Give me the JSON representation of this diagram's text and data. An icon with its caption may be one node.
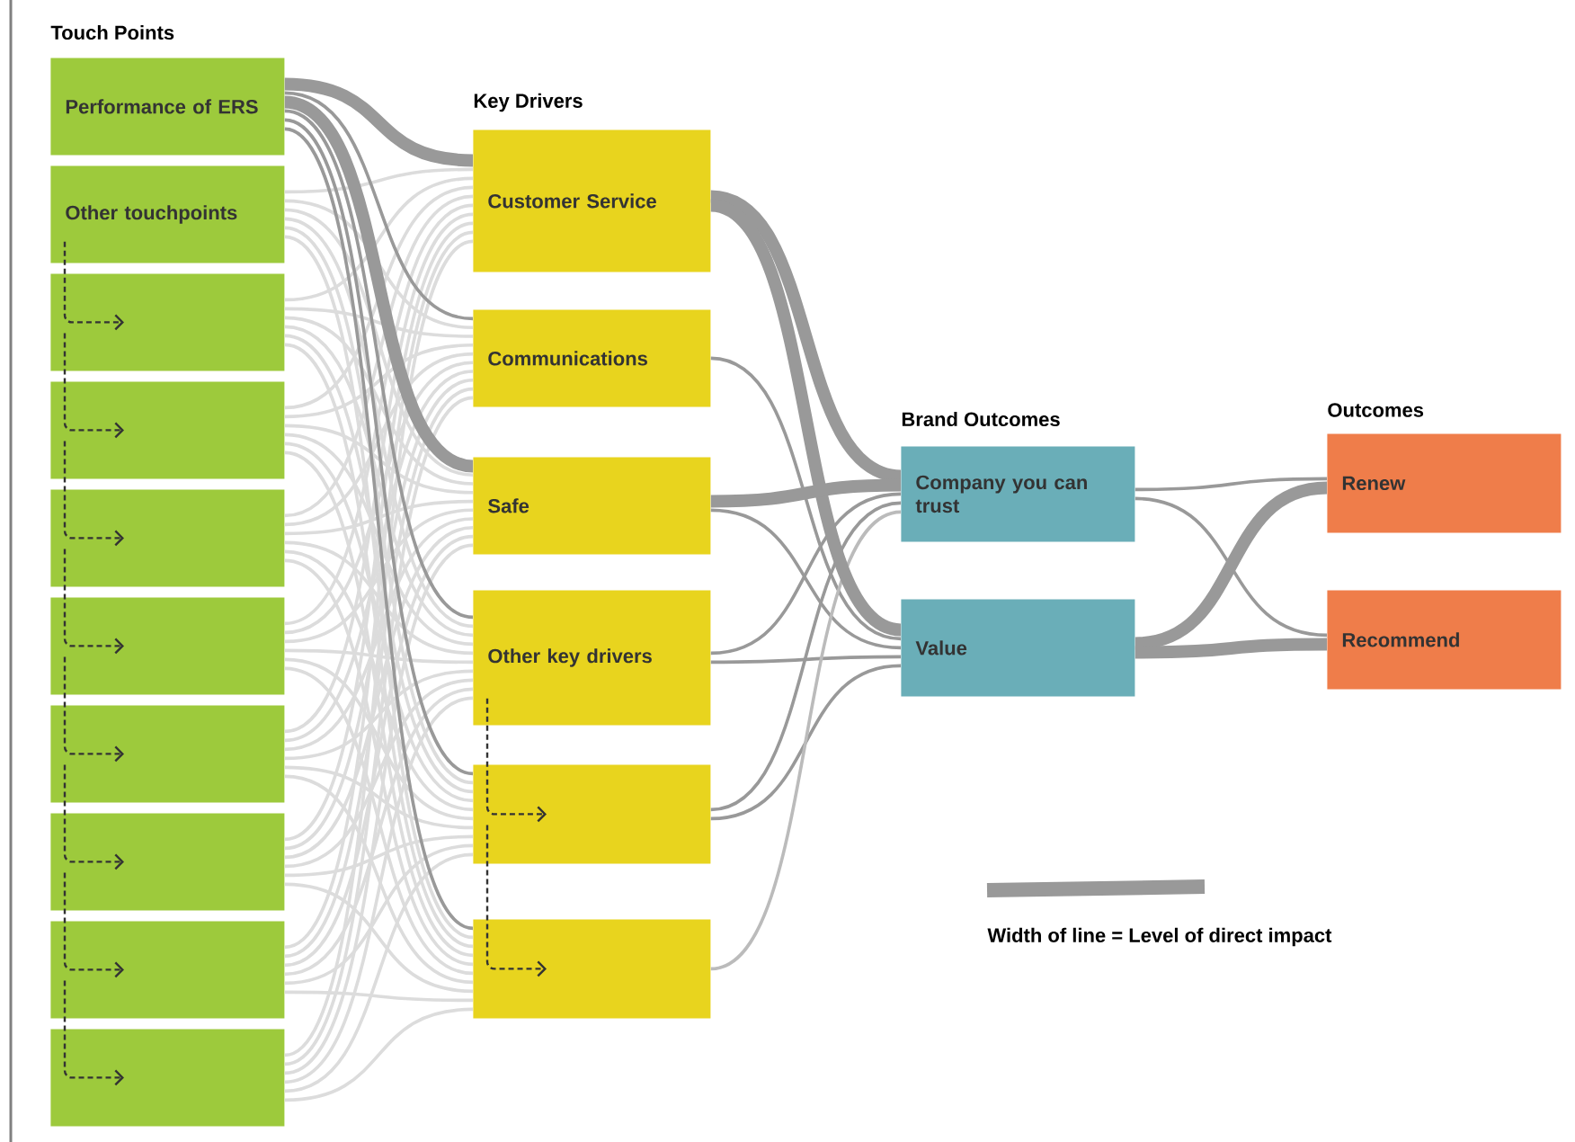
{
  "diagram": {
    "nodes": [
      {
        "text": [
          "Performance of ERS"
        ]
      },
      {
        "text": [
          "Other touchpoints"
        ]
      },
      {
        "text": [],
        "shape": "box"
      },
      {
        "text": [],
        "shape": "box"
      },
      {
        "text": [],
        "shape": "box"
      },
      {
        "text": [],
        "shape": "box"
      },
      {
        "text": [],
        "shape": "box"
      },
      {
        "text": [],
        "shape": "box"
      },
      {
        "text": [],
        "shape": "box"
      },
      {
        "text": [],
        "shape": "box"
      },
      {
        "text": [
          "Customer Service"
        ]
      },
      {
        "text": [
          "Communications"
        ]
      },
      {
        "text": [
          "Safe"
        ]
      },
      {
        "text": [
          "Other key drivers"
        ]
      },
      {
        "text": [],
        "shape": "box"
      },
      {
        "text": [],
        "shape": "box"
      },
      {
        "text": [
          "Company you can trust"
        ]
      },
      {
        "text": [
          "Value"
        ]
      },
      {
        "text": [
          "Renew"
        ]
      },
      {
        "text": [
          "Recommend"
        ]
      }
    ],
    "edges": [
      {
        "from": 0,
        "to": 10,
        "arrow": "none",
        "style": "thick",
        "color": "#999999"
      },
      {
        "from": 0,
        "to": 11,
        "arrow": "none",
        "color": "#999999"
      },
      {
        "from": 0,
        "to": 12,
        "arrow": "none",
        "style": "thick",
        "color": "#999999"
      },
      {
        "from": 0,
        "to": 13,
        "arrow": "none",
        "color": "#999999"
      },
      {
        "from": 0,
        "to": 14,
        "arrow": "none",
        "color": "#999999"
      },
      {
        "from": 0,
        "to": 15,
        "arrow": "none",
        "color": "#999999"
      },
      {
        "from": 1,
        "to": 10,
        "arrow": "none"
      },
      {
        "from": 1,
        "to": 11,
        "arrow": "none"
      },
      {
        "from": 1,
        "to": 12,
        "arrow": "none"
      },
      {
        "from": 1,
        "to": 13,
        "arrow": "none"
      },
      {
        "from": 1,
        "to": 14,
        "arrow": "none"
      },
      {
        "from": 1,
        "to": 15,
        "arrow": "none"
      },
      {
        "from": 2,
        "to": 10,
        "arrow": "none"
      },
      {
        "from": 2,
        "to": 11,
        "arrow": "none"
      },
      {
        "from": 2,
        "to": 12,
        "arrow": "none"
      },
      {
        "from": 2,
        "to": 13,
        "arrow": "none"
      },
      {
        "from": 2,
        "to": 14,
        "arrow": "none"
      },
      {
        "from": 2,
        "to": 15,
        "arrow": "none"
      },
      {
        "from": 3,
        "to": 10,
        "arrow": "none"
      },
      {
        "from": 3,
        "to": 11,
        "arrow": "none"
      },
      {
        "from": 3,
        "to": 12,
        "arrow": "none"
      },
      {
        "from": 3,
        "to": 13,
        "arrow": "none"
      },
      {
        "from": 3,
        "to": 14,
        "arrow": "none"
      },
      {
        "from": 3,
        "to": 15,
        "arrow": "none"
      },
      {
        "from": 4,
        "to": 10,
        "arrow": "none"
      },
      {
        "from": 4,
        "to": 11,
        "arrow": "none"
      },
      {
        "from": 4,
        "to": 12,
        "arrow": "none"
      },
      {
        "from": 4,
        "to": 13,
        "arrow": "none"
      },
      {
        "from": 4,
        "to": 14,
        "arrow": "none"
      },
      {
        "from": 4,
        "to": 15,
        "arrow": "none"
      },
      {
        "from": 5,
        "to": 10,
        "arrow": "none"
      },
      {
        "from": 5,
        "to": 11,
        "arrow": "none"
      },
      {
        "from": 5,
        "to": 12,
        "arrow": "none"
      },
      {
        "from": 5,
        "to": 13,
        "arrow": "none"
      },
      {
        "from": 5,
        "to": 14,
        "arrow": "none"
      },
      {
        "from": 5,
        "to": 15,
        "arrow": "none"
      },
      {
        "from": 6,
        "to": 10,
        "arrow": "none"
      },
      {
        "from": 6,
        "to": 11,
        "arrow": "none"
      },
      {
        "from": 6,
        "to": 12,
        "arrow": "none"
      },
      {
        "from": 6,
        "to": 13,
        "arrow": "none"
      },
      {
        "from": 6,
        "to": 14,
        "arrow": "none"
      },
      {
        "from": 6,
        "to": 15,
        "arrow": "none"
      },
      {
        "from": 7,
        "to": 10,
        "arrow": "none"
      },
      {
        "from": 7,
        "to": 11,
        "arrow": "none"
      },
      {
        "from": 7,
        "to": 12,
        "arrow": "none"
      },
      {
        "from": 7,
        "to": 13,
        "arrow": "none"
      },
      {
        "from": 7,
        "to": 14,
        "arrow": "none"
      },
      {
        "from": 7,
        "to": 15,
        "arrow": "none"
      },
      {
        "from": 8,
        "to": 10,
        "arrow": "none"
      },
      {
        "from": 8,
        "to": 11,
        "arrow": "none"
      },
      {
        "from": 8,
        "to": 12,
        "arrow": "none"
      },
      {
        "from": 8,
        "to": 13,
        "arrow": "none"
      },
      {
        "from": 8,
        "to": 14,
        "arrow": "none"
      },
      {
        "from": 8,
        "to": 15,
        "arrow": "none"
      },
      {
        "from": 9,
        "to": 10,
        "arrow": "none"
      },
      {
        "from": 9,
        "to": 11,
        "arrow": "none"
      },
      {
        "from": 9,
        "to": 12,
        "arrow": "none"
      },
      {
        "from": 9,
        "to": 13,
        "arrow": "none"
      },
      {
        "from": 9,
        "to": 14,
        "arrow": "none"
      },
      {
        "from": 9,
        "to": 15,
        "arrow": "none"
      },
      {
        "from": 10,
        "to": 16,
        "arrow": "none",
        "style": "thick",
        "color": "#999999"
      },
      {
        "from": 10,
        "to": 17,
        "arrow": "none",
        "style": "thick",
        "color": "#999999"
      },
      {
        "from": 11,
        "to": 17,
        "arrow": "none",
        "color": "#999999"
      },
      {
        "from": 12,
        "to": 16,
        "arrow": "none",
        "style": "thick",
        "color": "#999999"
      },
      {
        "from": 12,
        "to": 17,
        "arrow": "none",
        "color": "#999999"
      },
      {
        "from": 13,
        "to": 16,
        "arrow": "none",
        "color": "#999999"
      },
      {
        "from": 13,
        "to": 17,
        "arrow": "none",
        "color": "#999999"
      },
      {
        "from": 14,
        "to": 16,
        "arrow": "none",
        "color": "#999999"
      },
      {
        "from": 14,
        "to": 17,
        "arrow": "none",
        "color": "#999999"
      },
      {
        "from": 15,
        "to": 16,
        "arrow": "none",
        "color": "#bbbbbb"
      },
      {
        "from": 1,
        "to": 2,
        "arrow": "to",
        "style": "dashed",
        "color": "#333333"
      },
      {
        "from": 2,
        "to": 3,
        "arrow": "to",
        "style": "dashed",
        "color": "#333333"
      },
      {
        "from": 3,
        "to": 4,
        "arrow": "to",
        "style": "dashed",
        "color": "#333333"
      },
      {
        "from": 4,
        "to": 5,
        "arrow": "to",
        "style": "dashed",
        "color": "#333333"
      },
      {
        "from": 5,
        "to": 6,
        "arrow": "to",
        "style": "dashed",
        "color": "#333333"
      },
      {
        "from": 6,
        "to": 7,
        "arrow": "to",
        "style": "dashed",
        "color": "#333333"
      },
      {
        "from": 7,
        "to": 8,
        "arrow": "to",
        "style": "dashed",
        "color": "#333333"
      },
      {
        "from": 8,
        "to": 9,
        "arrow": "to",
        "style": "dashed",
        "color": "#333333"
      },
      {
        "from": 13,
        "to": 14,
        "arrow": "to",
        "style": "dashed",
        "color": "#333333"
      },
      {
        "from": 14,
        "to": 15,
        "arrow": "to",
        "style": "dashed",
        "color": "#333333"
      },
      {
        "from": 16,
        "to": 18,
        "arrow": "none",
        "color": "#999999"
      },
      {
        "from": 16,
        "to": 19,
        "arrow": "none",
        "color": "#999999"
      },
      {
        "from": 17,
        "to": 18,
        "arrow": "none",
        "style": "thick",
        "color": "#999999"
      },
      {
        "from": 17,
        "to": 19,
        "arrow": "none",
        "style": "thick",
        "color": "#999999"
      }
    ],
    "labels": [
      "Touch Points",
      "Key Drivers",
      "Brand Outcomes",
      "Outcomes"
    ],
    "legend": [
      {
        "text": "Width of line = Level of direct impact"
      }
    ]
  }
}
